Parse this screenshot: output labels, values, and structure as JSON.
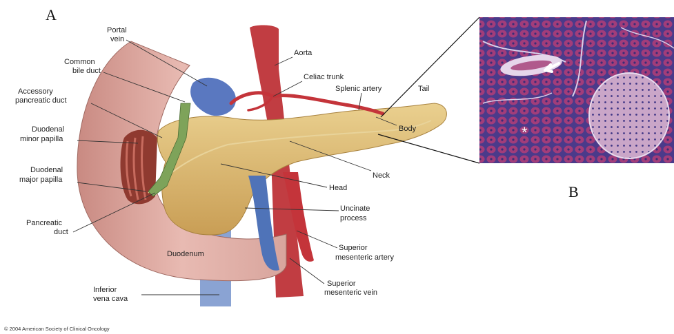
{
  "panel_a": {
    "letter": "A",
    "labels": {
      "portal_vein": [
        "Portal",
        "vein"
      ],
      "common_bile_duct": [
        "Common",
        "bile duct"
      ],
      "accessory_pancreatic_duct": [
        "Accessory",
        "pancreatic duct"
      ],
      "duodenal_minor_papilla": [
        "Duodenal",
        "minor papilla"
      ],
      "duodenal_major_papilla": [
        "Duodenal",
        "major papilla"
      ],
      "pancreatic_duct": [
        "Pancreatic",
        "duct"
      ],
      "inferior_vena_cava": [
        "Inferior",
        "vena cava"
      ],
      "aorta": [
        "Aorta"
      ],
      "celiac_trunk": [
        "Celiac trunk"
      ],
      "splenic_artery": [
        "Splenic artery"
      ],
      "tail": [
        "Tail"
      ],
      "body": [
        "Body"
      ],
      "neck": [
        "Neck"
      ],
      "head": [
        "Head"
      ],
      "uncinate_process": [
        "Uncinate",
        "process"
      ],
      "superior_mesenteric_artery": [
        "Superior",
        "mesenteric artery"
      ],
      "superior_mesenteric_vein": [
        "Superior",
        "mesenteric vein"
      ],
      "duodenum": [
        "Duodenum"
      ]
    },
    "copyright": "© 2004 American Society of Clinical Oncology"
  },
  "panel_b": {
    "letter": "B",
    "marker": "*"
  },
  "colors": {
    "pancreas": "#d9b873",
    "duodenum": "#d9a29b",
    "duodenum_inner": "#9a4a3c",
    "artery": "#c4343a",
    "vein": "#4f73b8",
    "bile_duct": "#6f9a4f",
    "histo_bg": "#5d4a9c",
    "histo_acini": "#9a3a78",
    "islet": "#c7a2c6"
  }
}
